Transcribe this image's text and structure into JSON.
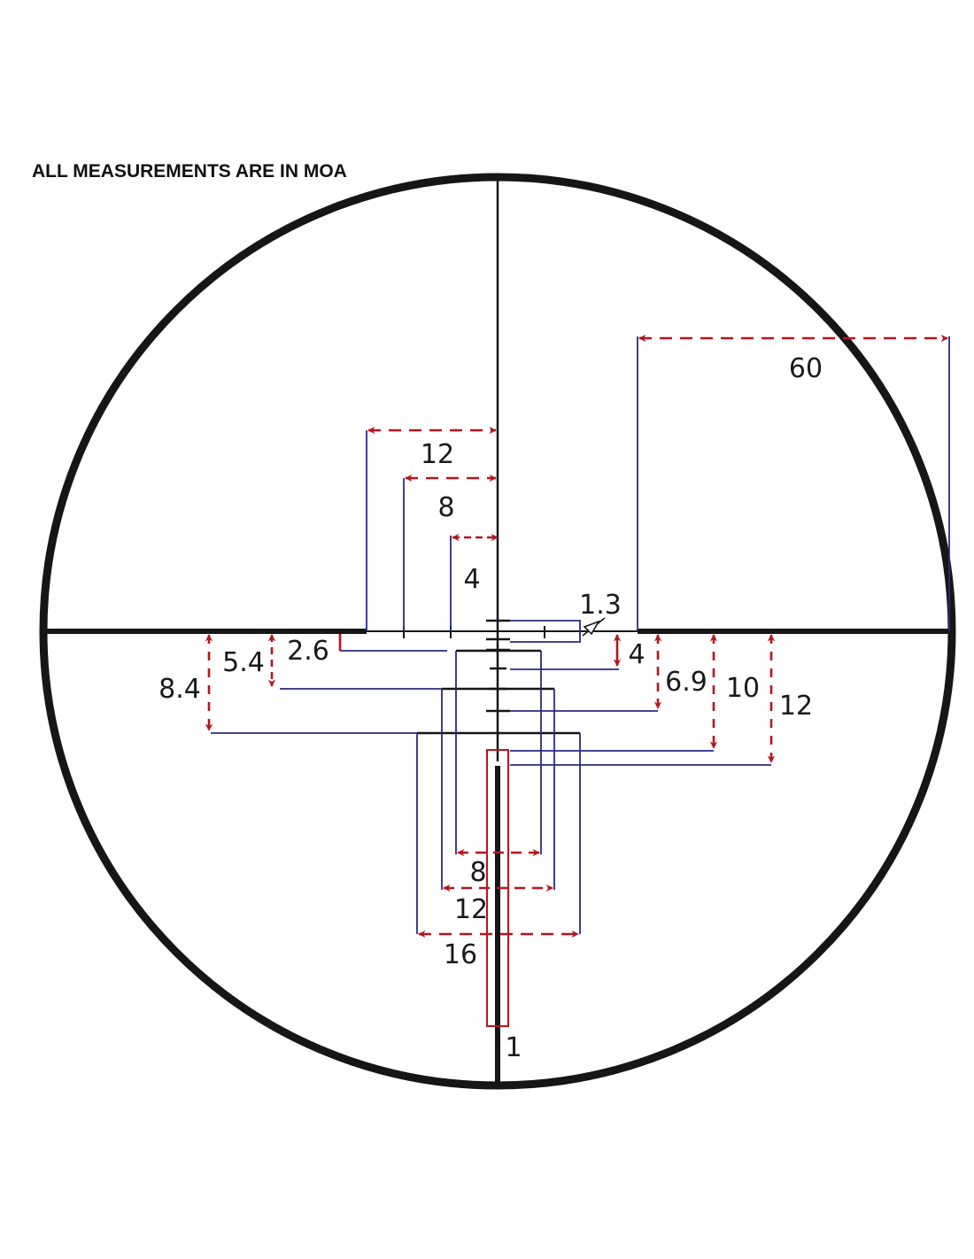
{
  "header": {
    "text": "ALL MEASUREMENTS ARE IN MOA"
  },
  "colors": {
    "reticle": "#161616",
    "extension": "#2a2a80",
    "dimension": "#b8141e"
  },
  "labels": {
    "l60": "60",
    "l12_top": "12",
    "l8_top": "8",
    "l4_top": "4",
    "l1_3": "1.3",
    "l2_6": "2.6",
    "l5_4": "5.4",
    "l8_4": "8.4",
    "l4_right": "4",
    "l6_9": "6.9",
    "l10": "10",
    "l12_right": "12",
    "l8_bottom": "8",
    "l12_bottom": "12",
    "l16": "16",
    "l1_post": "1"
  }
}
